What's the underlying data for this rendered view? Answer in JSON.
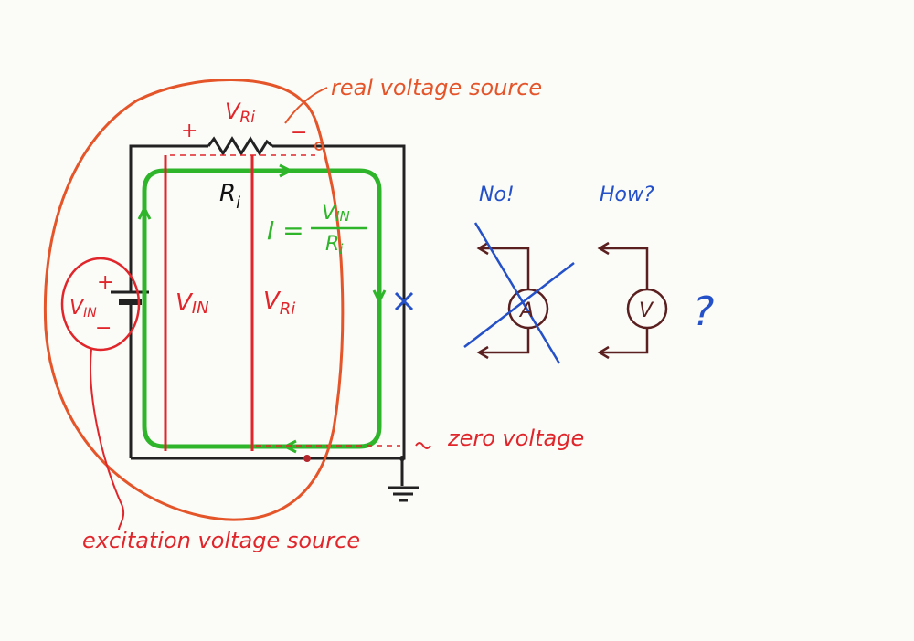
{
  "labels": {
    "real_source": "real voltage source",
    "excitation_source": "excitation voltage source",
    "zero_voltage": "zero voltage",
    "no": "No!",
    "how": "How?",
    "question": "?",
    "plus_ri": "+",
    "minus_ri": "−",
    "ri_top": "V",
    "ri_top_sub": "Ri",
    "ri_name": "R",
    "ri_name_sub": "i",
    "battery_plus": "+",
    "battery_minus": "−",
    "battery_v": "V",
    "battery_v_sub": "IN",
    "vin_line": "V",
    "vin_line_sub": "IN",
    "vri_line": "V",
    "vri_line_sub": "Ri",
    "current_I": "I =",
    "current_num": "V",
    "current_num_sub": "IN",
    "current_den": "R",
    "current_den_sub": "i",
    "ammeter": "A",
    "voltmeter": "V",
    "cross_mark": "×"
  },
  "colors": {
    "red": "#e0262b",
    "orange": "#e4552a",
    "green": "#2fb52a",
    "blue": "#2450c8",
    "dark": "#222222",
    "brown": "#5a1f1f"
  }
}
